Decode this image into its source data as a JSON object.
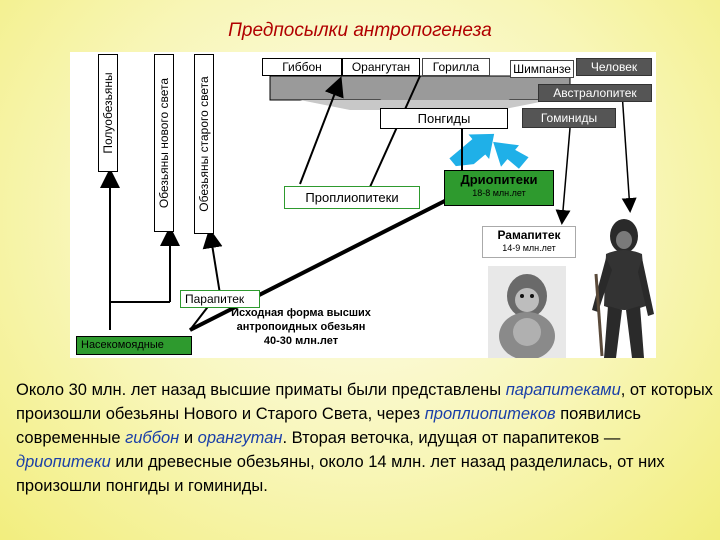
{
  "title": "Предпосылки антропогенеза",
  "diagram": {
    "vertical_labels": [
      "Полуобезьяны",
      "Обезьяны нового света",
      "Обезьяны старого света"
    ],
    "top_species": [
      "Гиббон",
      "Орангутан",
      "Горилла",
      "Шимпанзе",
      "Человек"
    ],
    "australopithecus": "Австралопитек",
    "pongids": "Понгиды",
    "hominids": "Гоминиды",
    "dryopithecus": {
      "name": "Дриопитеки",
      "age": "18-8 млн.лет"
    },
    "propliopithecus": "Проплиопитеки",
    "ramapithecus": {
      "name": "Рамапитек",
      "age": "14-9 млн.лет"
    },
    "parapithecus": "Парапитек",
    "ancestral_form": [
      "Исходная форма высших",
      "антропоидных обезьян",
      "40-30 млн.лет"
    ],
    "insectivores": "Насекомоядные",
    "colors": {
      "green": "#2e9a2e",
      "blue_arrow": "#1fb0e8",
      "dark_gray": "#555555"
    }
  },
  "paragraph": {
    "p1": "Около 30 млн. лет назад высшие приматы были представлены ",
    "i1": "парапитеками",
    "p2": ", от которых произошли обезьяны Нового и Старого Света, через ",
    "i2": "проплиопитеков",
    "p3": " появились современные ",
    "i3": "гиббон",
    "p4": " и ",
    "i4": "орангутан",
    "p5": ". Вторая веточка, идущая от парапитеков — ",
    "i5": "дриопитеки",
    "p6": " или древесные обезьяны, около 14 млн. лет назад разделилась, от них произошли понгиды и гоминиды."
  }
}
